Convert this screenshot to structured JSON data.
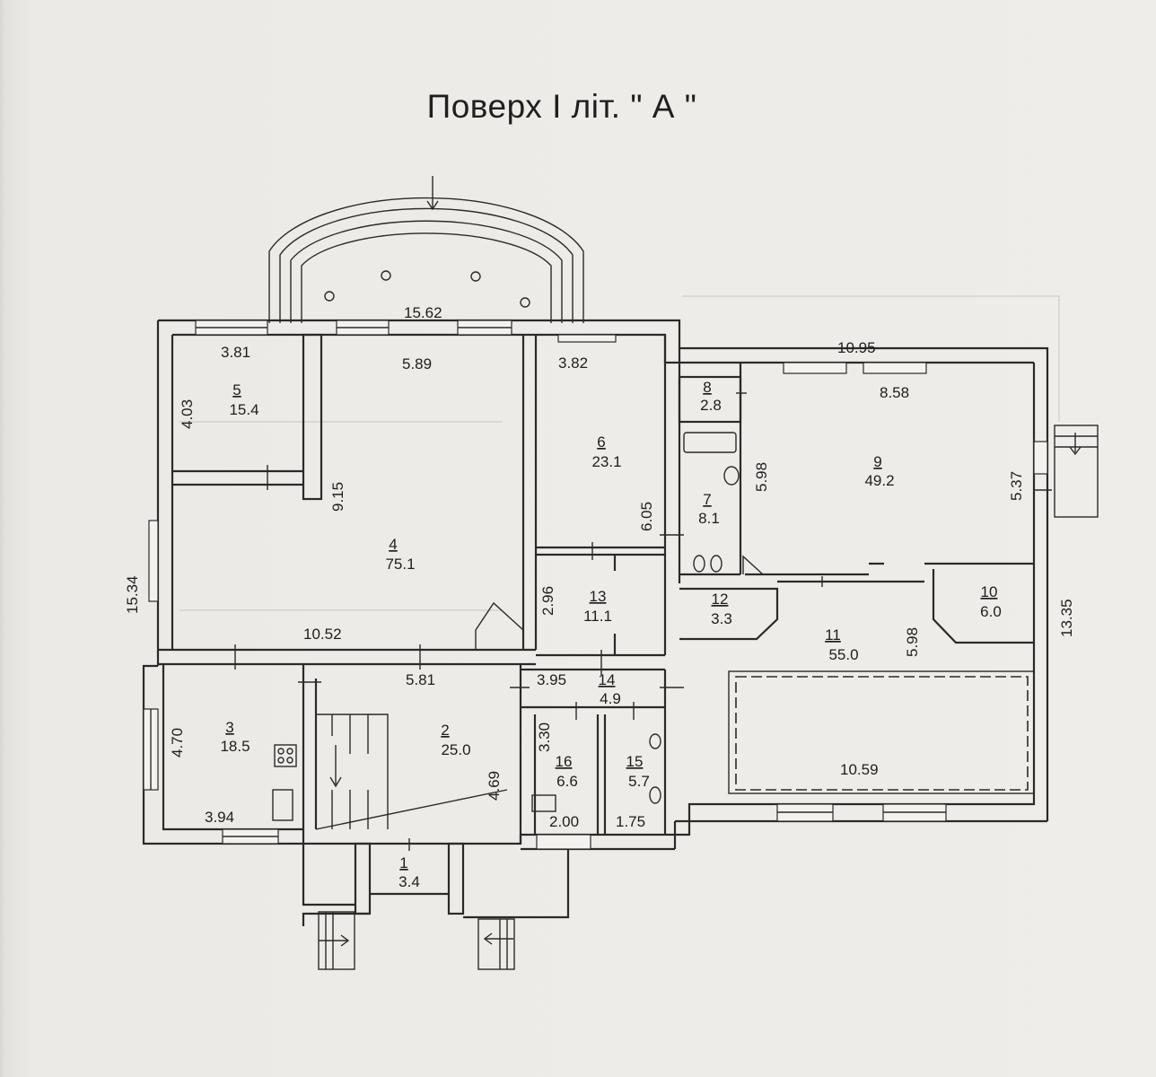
{
  "title": "Поверх І літ. \" А \"",
  "rooms": [
    {
      "number": "1",
      "area": "3.4"
    },
    {
      "number": "2",
      "area": "25.0"
    },
    {
      "number": "3",
      "area": "18.5"
    },
    {
      "number": "4",
      "area": "75.1"
    },
    {
      "number": "5",
      "area": "15.4"
    },
    {
      "number": "6",
      "area": "23.1"
    },
    {
      "number": "7",
      "area": "8.1"
    },
    {
      "number": "8",
      "area": "2.8"
    },
    {
      "number": "9",
      "area": "49.2"
    },
    {
      "number": "10",
      "area": "6.0"
    },
    {
      "number": "11",
      "area": "55.0"
    },
    {
      "number": "12",
      "area": "3.3"
    },
    {
      "number": "13",
      "area": "11.1"
    },
    {
      "number": "14",
      "area": "4.9"
    },
    {
      "number": "15",
      "area": "5.7"
    },
    {
      "number": "16",
      "area": "6.6"
    }
  ],
  "dimensions": {
    "terrace_width": "15.62",
    "room5_width": "3.81",
    "room5_depth": "4.03",
    "room4_top": "5.89",
    "room4_depth": "9.15",
    "room4_bottom": "10.52",
    "room6_width": "3.82",
    "room6_depth": "6.05",
    "east_width": "10.95",
    "room9_width": "8.58",
    "room9_left": "5.98",
    "room9_right": "5.37",
    "overall_left": "15.34",
    "overall_right": "13.35",
    "room13_depth": "2.96",
    "room11_depth": "5.98",
    "room2_top": "5.81",
    "room2_depth": "4.69",
    "room14_width": "3.95",
    "room16_depth": "3.30",
    "room16_width": "2.00",
    "room15_width": "1.75",
    "room3_depth": "4.70",
    "room3_width": "3.94",
    "pool_width": "10.59"
  }
}
